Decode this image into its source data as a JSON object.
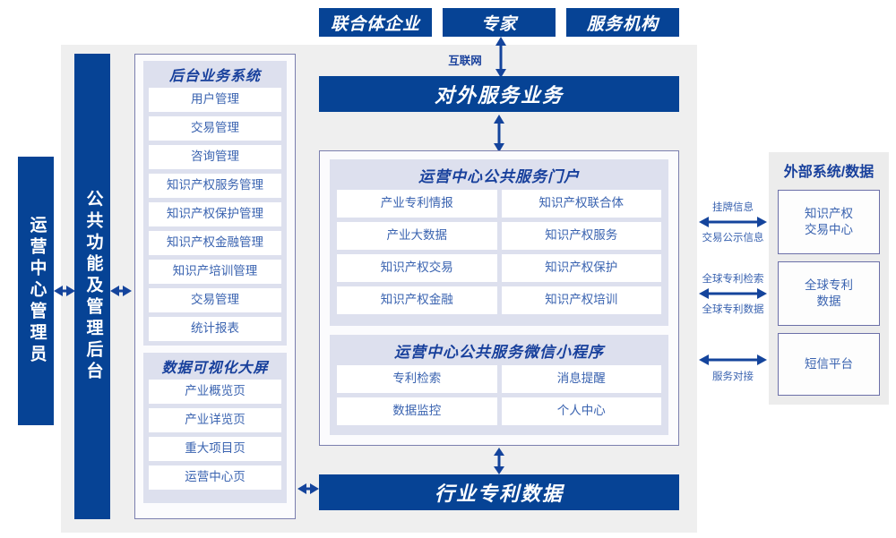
{
  "diagram": {
    "title_colors": {
      "primary_blue": "#064395",
      "panel_lavender": "#dde0ee",
      "stage_gray": "#efefef",
      "text_blue": "#3a63b0",
      "heading_blue": "#18409c",
      "border_purple": "#7b7fae"
    },
    "top_actors": [
      {
        "label": "联合体企业"
      },
      {
        "label": "专家"
      },
      {
        "label": "服务机构"
      }
    ],
    "internet_label": "互联网",
    "outer_service_banner": "对外服务业务",
    "bottom_banner": "行业专利数据",
    "left_pillars": [
      {
        "label": "运营中心管理员"
      },
      {
        "label": "公共功能及管理后台"
      }
    ],
    "backend_system": {
      "title": "后台业务系统",
      "items": [
        "用户管理",
        "交易管理",
        "咨询管理",
        "知识产权服务管理",
        "知识产权保护管理",
        "知识产权金融管理",
        "知识产培训管理",
        "交易管理",
        "统计报表"
      ]
    },
    "data_screen": {
      "title": "数据可视化大屏",
      "items": [
        "产业概览页",
        "产业详览页",
        "重大项目页",
        "运营中心页"
      ]
    },
    "portal": {
      "title": "运营中心公共服务门户",
      "items": [
        "产业专利情报",
        "知识产权联合体",
        "产业大数据",
        "知识产权服务",
        "知识产权交易",
        "知识产权保护",
        "知识产权金融",
        "知识产权培训"
      ]
    },
    "miniprogram": {
      "title": "运营中心公共服务微信小程序",
      "items": [
        "专利检索",
        "消息提醒",
        "数据监控",
        "个人中心"
      ]
    },
    "external": {
      "title": "外部系统/数据",
      "boxes": [
        {
          "label": "知识产权\n交易中心"
        },
        {
          "label": "全球专利\n数据"
        },
        {
          "label": "短信平台"
        }
      ],
      "connectors": [
        {
          "above": "挂牌信息",
          "below": "交易公示信息"
        },
        {
          "above": "全球专利检索",
          "below": "全球专利数据"
        },
        {
          "above": "",
          "below": "服务对接"
        }
      ]
    }
  }
}
